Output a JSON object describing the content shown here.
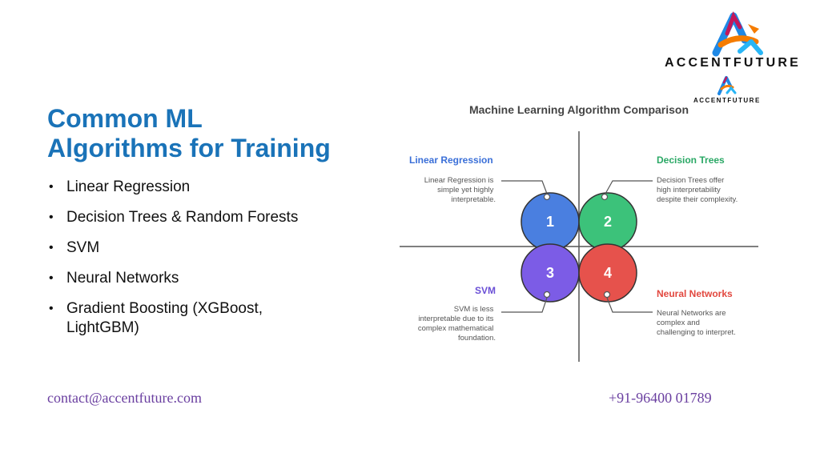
{
  "slide": {
    "title_line1": "Common ML",
    "title_line2": "Algorithms for Training",
    "bullets": [
      "Linear Regression",
      "Decision Trees & Random Forests",
      "SVM",
      "Neural Networks",
      "Gradient Boosting (XGBoost, LightGBM)"
    ]
  },
  "brand": {
    "name": "ACCENTFUTURE",
    "colors": {
      "magenta": "#c2185b",
      "blue": "#1e88e5",
      "orange": "#f57c00",
      "cyan": "#29b6f6"
    }
  },
  "diagram": {
    "title": "Machine Learning Algorithm Comparison",
    "quadrants": [
      {
        "number": "1",
        "name": "Linear Regression",
        "lines": [
          "Linear Regression is",
          "simple yet highly",
          "interpretable."
        ],
        "color": "#4a7fe0",
        "label_color": "#3a6fd8"
      },
      {
        "number": "2",
        "name": "Decision Trees",
        "lines": [
          "Decision Trees offer",
          "high interpretability",
          "despite their complexity."
        ],
        "color": "#3cc27a",
        "label_color": "#2aa865"
      },
      {
        "number": "3",
        "name": "SVM",
        "lines": [
          "SVM is less",
          "interpretable due to its",
          "complex mathematical",
          "foundation."
        ],
        "color": "#7c5ce6",
        "label_color": "#6a4fd6"
      },
      {
        "number": "4",
        "name": "Neural Networks",
        "lines": [
          "Neural Networks are",
          "complex and",
          "challenging to interpret."
        ],
        "color": "#e6524c",
        "label_color": "#e2483f"
      }
    ]
  },
  "footer": {
    "email": "contact@accentfuture.com",
    "phone": "+91-96400 01789"
  }
}
